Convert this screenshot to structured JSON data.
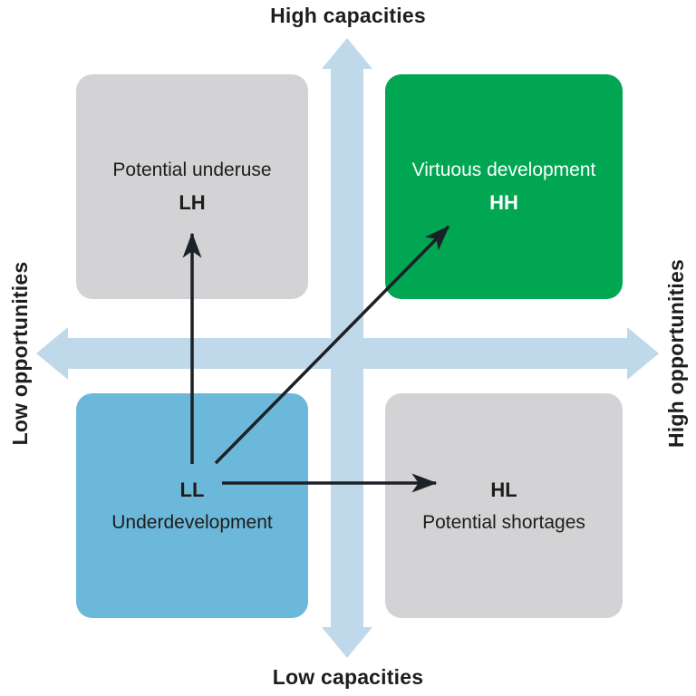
{
  "diagram": {
    "type": "2x2-quadrant-matrix",
    "axes": {
      "top_label": "High capacities",
      "bottom_label": "Low capacities",
      "left_label": "Low opportunities",
      "right_label": "High opportunities"
    },
    "quadrants": {
      "lh": {
        "title": "Potential underuse",
        "code": "LH",
        "position": "top-left"
      },
      "hh": {
        "title": "Virtuous development",
        "code": "HH",
        "position": "top-right"
      },
      "ll": {
        "title": "Underdevelopment",
        "code": "LL",
        "position": "bottom-left"
      },
      "hl": {
        "title": "Potential shortages",
        "code": "HL",
        "position": "bottom-right"
      }
    },
    "flows": [
      {
        "from": "LL",
        "to": "LH"
      },
      {
        "from": "LL",
        "to": "HH"
      },
      {
        "from": "LL",
        "to": "HL"
      }
    ],
    "colors": {
      "quadrant_hh_green": "#00a651",
      "quadrant_ll_blue": "#6cb8da",
      "quadrant_neutral_gray": "#d3d3d5",
      "axis_arrow_light_blue": "#bfd8ea",
      "flow_arrow_black": "#1b2127",
      "text_dark": "#1d1d1b",
      "text_on_green": "#ffffff"
    }
  }
}
